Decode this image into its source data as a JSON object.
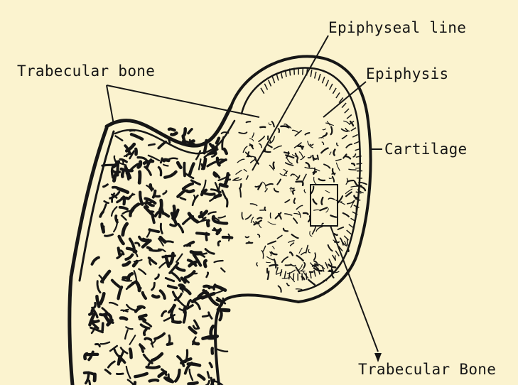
{
  "colors": {
    "background": "#fbf3cf",
    "ink": "#161616"
  },
  "labels": {
    "trabecular_bone_left": "Trabecular bone",
    "epiphyseal_line": "Epiphyseal line",
    "epiphysis": "Epiphysis",
    "cartilage": "Cartilage",
    "trabecular_bone_bottom": "Trabecular Bone"
  }
}
